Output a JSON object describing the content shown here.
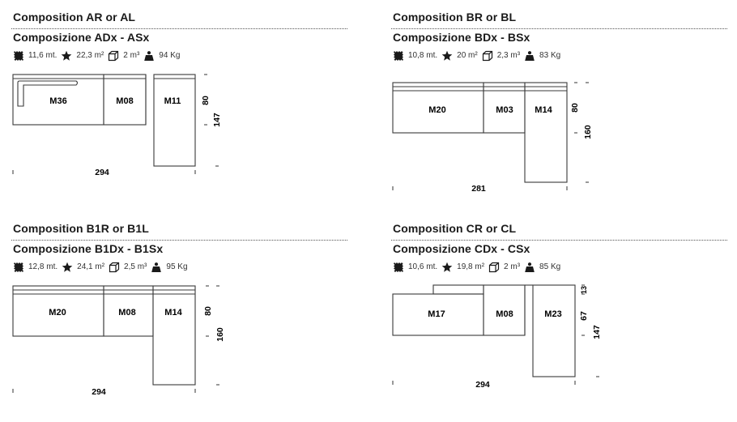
{
  "compositions": [
    {
      "title_en": "Composition AR or AL",
      "title_it": "Composizione ADx - ASx",
      "specs": {
        "length": "11,6 mt.",
        "area": "22,3 m²",
        "volume": "2 m³",
        "weight": "94 Kg"
      },
      "modules": [
        "M36",
        "M08",
        "M11"
      ],
      "dimensions": {
        "width": "294",
        "depth_seat": "80",
        "depth_total": "147"
      }
    },
    {
      "title_en": "Composition BR or BL",
      "title_it": "Composizione BDx - BSx",
      "specs": {
        "length": "10,8 mt.",
        "area": "20 m²",
        "volume": "2,3 m³",
        "weight": "83 Kg"
      },
      "modules": [
        "M20",
        "M03",
        "M14"
      ],
      "dimensions": {
        "width": "281",
        "depth_seat": "80",
        "depth_total": "160"
      }
    },
    {
      "title_en": "Composition B1R or B1L",
      "title_it": "Composizione B1Dx - B1Sx",
      "specs": {
        "length": "12,8 mt.",
        "area": "24,1 m²",
        "volume": "2,5 m³",
        "weight": "95 Kg"
      },
      "modules": [
        "M20",
        "M08",
        "M14"
      ],
      "dimensions": {
        "width": "294",
        "depth_seat": "80",
        "depth_total": "160"
      }
    },
    {
      "title_en": "Composition CR or CL",
      "title_it": "Composizione CDx - CSx",
      "specs": {
        "length": "10,6 mt.",
        "area": "19,8 m²",
        "volume": "2 m³",
        "weight": "85 Kg"
      },
      "modules": [
        "M17",
        "M08",
        "M23"
      ],
      "dimensions": {
        "width": "294",
        "depth_back": "13",
        "depth_seat": "67",
        "depth_total": "147"
      }
    }
  ],
  "icons": {
    "length": "fabric-length-icon",
    "area": "star-area-icon",
    "volume": "box-volume-icon",
    "weight": "weight-icon"
  },
  "colors": {
    "line": "#3a3a3a",
    "text": "#1a1a1a"
  }
}
